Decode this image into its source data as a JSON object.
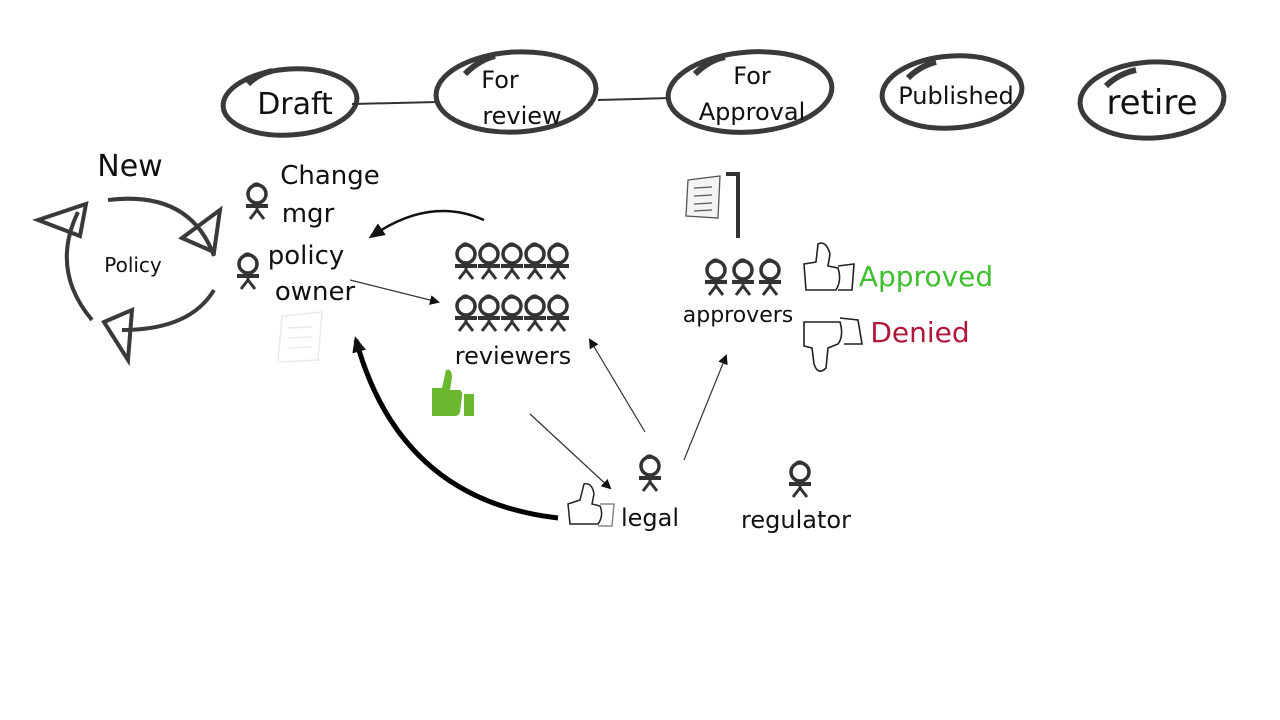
{
  "title": "Policy lifecycle",
  "stages": [
    {
      "id": "draft",
      "lines": [
        "Draft"
      ]
    },
    {
      "id": "for-review",
      "lines": [
        "For",
        "review"
      ]
    },
    {
      "id": "for-approval",
      "lines": [
        "For",
        "Approval"
      ]
    },
    {
      "id": "published",
      "lines": [
        "Published"
      ]
    },
    {
      "id": "retire",
      "lines": [
        "retire"
      ]
    }
  ],
  "cycle": {
    "heading": "New",
    "center_label": "Policy"
  },
  "actors": {
    "change_mgr": [
      "Change",
      "mgr"
    ],
    "policy_owner": [
      "policy",
      "owner"
    ],
    "reviewers": {
      "label": "reviewers",
      "count": 10
    },
    "approvers": {
      "label": "approvers",
      "count": 3
    },
    "legal": {
      "label": "legal"
    },
    "regulator": {
      "label": "regulator"
    }
  },
  "outcomes": {
    "approved": {
      "label": "Approved",
      "color": "#3fbf2f"
    },
    "denied": {
      "label": "Denied",
      "color": "#b0183a"
    }
  },
  "colors": {
    "ink": "#111111",
    "ring": "#3a3a3a",
    "figure": "#333333",
    "accent_green": "#6ab82e"
  }
}
